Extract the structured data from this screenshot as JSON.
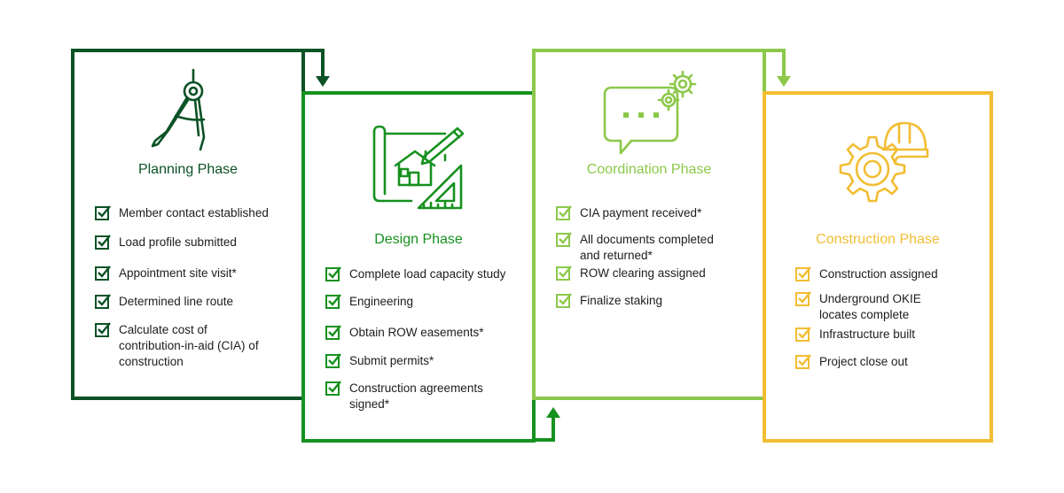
{
  "colors": {
    "planning": "#0b5226",
    "design": "#17911f",
    "coordination": "#8cc84a",
    "construction": "#f2bd32"
  },
  "phases": [
    {
      "title": "Planning Phase",
      "icon": "drafting-compass-icon",
      "items": [
        "Member contact established",
        "Load profile submitted",
        "Appointment site visit*",
        "Determined line route",
        "Calculate cost of\ncontribution-in-aid (CIA) of\nconstruction"
      ]
    },
    {
      "title": "Design Phase",
      "icon": "house-blueprint-icon",
      "items": [
        "Complete load capacity study",
        "Engineering",
        "Obtain ROW easements*",
        " Submit permits*",
        "Construction agreements\nsigned*"
      ]
    },
    {
      "title": "Coordination Phase",
      "icon": "chat-gears-icon",
      "items": [
        "CIA payment received*",
        "All documents completed\nand returned*",
        "ROW clearing assigned",
        "Finalize staking"
      ]
    },
    {
      "title": "Construction Phase",
      "icon": "hardhat-gear-icon",
      "items": [
        "Construction assigned",
        "Underground OKIE\nlocates complete",
        "Infrastructure built",
        "Project close out"
      ]
    }
  ]
}
